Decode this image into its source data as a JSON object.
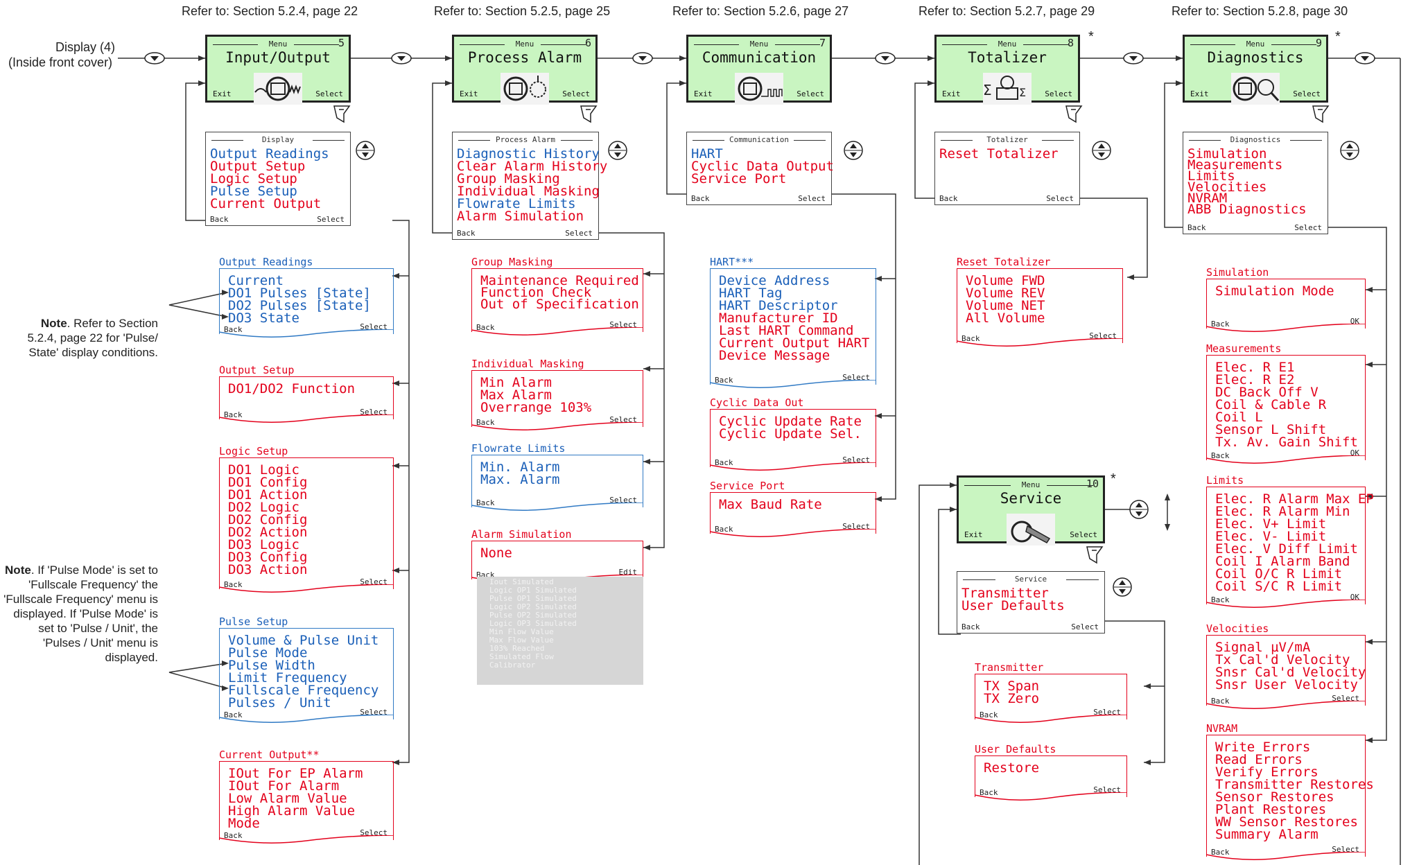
{
  "refs": [
    "Refer to: Section 5.2.4, page 22",
    "Refer to: Section 5.2.5, page 25",
    "Refer to: Section 5.2.6, page 27",
    "Refer to: Section 5.2.7, page 29",
    "Refer to: Section 5.2.8, page 30"
  ],
  "display_label": [
    "Display (4)",
    "(Inside front cover)"
  ],
  "menus": [
    {
      "header": "Menu",
      "num": "5",
      "title": "Input/Output",
      "exit": "Exit",
      "select": "Select"
    },
    {
      "header": "Menu",
      "num": "6",
      "title": "Process Alarm",
      "exit": "Exit",
      "select": "Select"
    },
    {
      "header": "Menu",
      "num": "7",
      "title": "Communication",
      "exit": "Exit",
      "select": "Select"
    },
    {
      "header": "Menu",
      "num": "8",
      "title": "Totalizer",
      "exit": "Exit",
      "select": "Select"
    },
    {
      "header": "Menu",
      "num": "9",
      "title": "Diagnostics",
      "exit": "Exit",
      "select": "Select"
    },
    {
      "header": "Menu",
      "num": "10",
      "title": "Service",
      "exit": "Exit",
      "select": "Select"
    }
  ],
  "star": "*",
  "submenus": [
    {
      "header": "Display",
      "items": [
        "Output Readings",
        "Output Setup",
        "Logic Setup",
        "Pulse Setup",
        "Current Output"
      ],
      "back": "Back",
      "select": "Select"
    },
    {
      "header": "Process Alarm",
      "items": [
        "Diagnostic History",
        "Clear Alarm History",
        "Group Masking",
        "Individual Masking",
        "Flowrate Limits",
        "Alarm Simulation"
      ],
      "back": "Back",
      "select": "Select"
    },
    {
      "header": "Communication",
      "items": [
        "HART",
        "Cyclic Data Output",
        "Service Port"
      ],
      "back": "Back",
      "select": "Select"
    },
    {
      "header": "Totalizer",
      "items": [
        "Reset Totalizer"
      ],
      "back": "Back",
      "select": "Select"
    },
    {
      "header": "Diagnostics",
      "items": [
        "Simulation",
        "Measurements",
        "Limits",
        "Velocities",
        "NVRAM",
        "ABB Diagnostics"
      ],
      "back": "Back",
      "select": "Select"
    },
    {
      "header": "Service",
      "items": [
        "Transmitter",
        "User Defaults"
      ],
      "back": "Back",
      "select": "Select"
    }
  ],
  "pages": [
    {
      "label": "Output Readings",
      "items": [
        "Current",
        "DO1 Pulses [State]",
        "DO2 Pulses [State]",
        "DO3 State"
      ],
      "back": "Back",
      "select": "Select"
    },
    {
      "label": "Output Setup",
      "items": [
        "DO1/DO2 Function"
      ],
      "back": "Back",
      "select": "Select"
    },
    {
      "label": "Logic Setup",
      "items": [
        "DO1 Logic",
        "DO1 Config",
        "DO1 Action",
        "DO2 Logic",
        "DO2 Config",
        "DO2 Action",
        "DO3 Logic",
        "DO3 Config",
        "DO3 Action"
      ],
      "back": "Back",
      "select": "Select"
    },
    {
      "label": "Pulse Setup",
      "items": [
        "Volume & Pulse Unit",
        "Pulse Mode",
        "Pulse Width",
        "Limit Frequency",
        "Fullscale Frequency",
        "Pulses / Unit"
      ],
      "back": "Back",
      "select": "Select"
    },
    {
      "label": "Current Output**",
      "items": [
        "IOut For EP Alarm",
        "IOut For Alarm",
        "Low Alarm Value",
        "High Alarm Value",
        "Mode"
      ],
      "back": "Back",
      "select": "Select"
    },
    {
      "label": "Group Masking",
      "items": [
        "Maintenance Required",
        "Function Check",
        "Out of Specification"
      ],
      "back": "Back",
      "select": "Select"
    },
    {
      "label": "Individual Masking",
      "items": [
        "Min Alarm",
        "Max Alarm",
        "Overrange 103%"
      ],
      "back": "Back",
      "select": "Select"
    },
    {
      "label": "Flowrate Limits",
      "items": [
        "Min. Alarm",
        "Max. Alarm"
      ],
      "back": "Back",
      "select": "Select"
    },
    {
      "label": "Alarm Simulation",
      "items": [
        "None"
      ],
      "back": "Back",
      "select": "Edit"
    },
    {
      "label": "HART***",
      "items": [
        "Device Address",
        "HART Tag",
        "HART Descriptor",
        "Manufacturer ID",
        "Last HART Command",
        "Current Output HART",
        "Device Message"
      ],
      "back": "Back",
      "select": "Select"
    },
    {
      "label": "Cyclic Data Out",
      "items": [
        "Cyclic Update Rate",
        "Cyclic Update Sel."
      ],
      "back": "Back",
      "select": "Select"
    },
    {
      "label": "Service Port",
      "items": [
        "Max Baud Rate"
      ],
      "back": "Back",
      "select": "Select"
    },
    {
      "label": "Reset Totalizer",
      "items": [
        "Volume FWD",
        "Volume REV",
        "Volume NET",
        "All Volume"
      ],
      "back": "Back",
      "select": "Select"
    },
    {
      "label": "Simulation",
      "items": [
        "Simulation Mode"
      ],
      "back": "Back",
      "select": "OK"
    },
    {
      "label": "Measurements",
      "items": [
        "Elec. R E1",
        "Elec. R E2",
        "DC Back Off V",
        "Coil & Cable R",
        "Coil L",
        "Sensor L Shift",
        "Tx. Av. Gain Shift"
      ],
      "back": "Back",
      "select": "OK"
    },
    {
      "label": "Limits",
      "items": [
        "Elec. R Alarm Max EP",
        "Elec. R Alarm Min",
        "Elec. V+ Limit",
        "Elec. V- Limit",
        "Elec. V Diff Limit",
        "Coil I Alarm Band",
        "Coil O/C R Limit",
        "Coil S/C R Limit"
      ],
      "back": "Back",
      "select": "OK"
    },
    {
      "label": "Velocities",
      "items": [
        "Signal  µV/mA",
        "Tx Cal'd Velocity",
        "Snsr Cal'd Velocity",
        "Snsr User Velocity"
      ],
      "back": "Back",
      "select": "Select"
    },
    {
      "label": "NVRAM",
      "items": [
        "Write Errors",
        "Read Errors",
        "Verify Errors",
        "Transmitter Restores",
        "Sensor Restores",
        "Plant Restores",
        "WW Sensor Restores",
        "Summary Alarm"
      ],
      "back": "Back",
      "select": "Select"
    },
    {
      "label": "Transmitter",
      "items": [
        "TX Span",
        "TX Zero"
      ],
      "back": "Back",
      "select": "Select"
    },
    {
      "label": "User Defaults",
      "items": [
        "Restore"
      ],
      "back": "Back",
      "select": "Select"
    }
  ],
  "sim_list": [
    "Iout Simulated",
    "Logic OP1 Simulated",
    "Pulse OP1 Simulated",
    "Logic OP2 Simulated",
    "Pulse OP2 Simulated",
    "Logic OP3 Simulated",
    "Min Flow Value",
    "Max Flow Value",
    "103% Reached",
    "Simulated Flow",
    "Calibrator"
  ],
  "notes": {
    "n1_bold": "Note",
    "n1": ". Refer to Section 5.2.4, page 22 for 'Pulse/ State' display conditions.",
    "n2_bold": "Note",
    "n2": ". If 'Pulse Mode' is set to 'Fullscale Frequency' the 'Fullscale Frequency' menu is displayed. If 'Pulse Mode' is set to 'Pulse / Unit', the 'Pulses / Unit' menu is displayed."
  },
  "colors": {
    "lcd": "#c9f5c1",
    "blue": "#1a5fb8",
    "red": "#e3001b"
  }
}
